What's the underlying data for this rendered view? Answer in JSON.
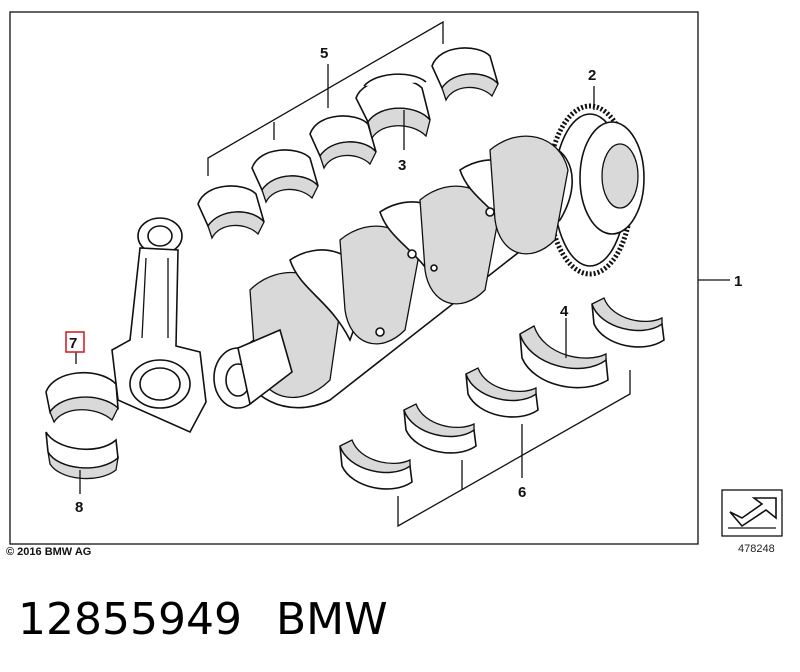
{
  "callouts": {
    "c1": "1",
    "c2": "2",
    "c3": "3",
    "c4": "4",
    "c5": "5",
    "c6": "6",
    "c7": "7",
    "c8": "8"
  },
  "copyright": "© 2016 BMW AG",
  "diagram_id": "478248",
  "footer": {
    "part_number": "12855949",
    "brand": "BMW"
  },
  "colors": {
    "highlight": "#d4252a",
    "line": "#111111"
  },
  "icons": [
    "crankshaft",
    "connecting-rod",
    "bearing-shell",
    "gear-ring",
    "navigation-arrow-icon"
  ]
}
